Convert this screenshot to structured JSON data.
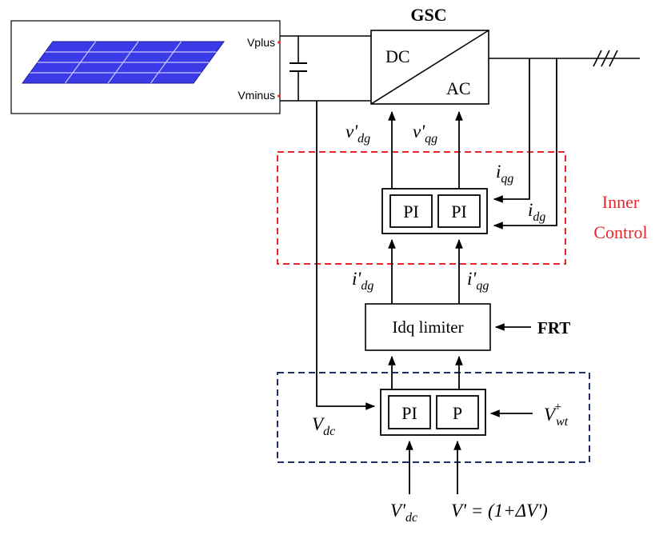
{
  "pv_panel": {
    "terminal_plus": "Vplus",
    "terminal_minus": "Vminus"
  },
  "converter": {
    "title": "GSC",
    "dc_label": "DC",
    "ac_label": "AC"
  },
  "signals": {
    "vdg_ref": {
      "main": "v'",
      "sub": "dg"
    },
    "vqg_ref": {
      "main": "v'",
      "sub": "qg"
    },
    "iqg": {
      "main": "i",
      "sub": "qg"
    },
    "idg": {
      "main": "i",
      "sub": "dg"
    },
    "idg_ref": {
      "main": "i'",
      "sub": "dg"
    },
    "iqg_ref": {
      "main": "i'",
      "sub": "qg"
    },
    "vdc": {
      "main": "V",
      "sub": "dc"
    },
    "vwt": {
      "main": "V",
      "sub": "wt",
      "sup": "+"
    },
    "vdc_ref": {
      "main": "V'",
      "sub": "dc"
    },
    "v_ref": {
      "text": "V' = (1+ΔV')"
    }
  },
  "inner_control": {
    "label_line1": "Inner",
    "label_line2": "Control",
    "block1": "PI",
    "block2": "PI"
  },
  "limiter": {
    "label": "Idq limiter",
    "frt": "FRT"
  },
  "outer_control": {
    "block1": "PI",
    "block2": "P"
  },
  "colors": {
    "inner_box": "#e8262b",
    "outer_box": "#1f2f6b",
    "pv_cell": "#3a3ae6",
    "line": "#000000"
  }
}
